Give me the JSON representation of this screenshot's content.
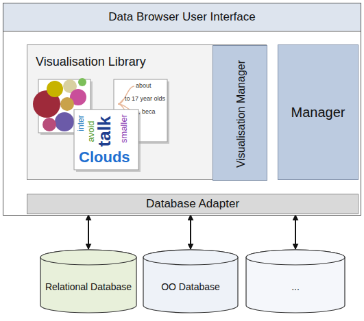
{
  "diagram": {
    "nodes": [
      {
        "text": [
          "Data Browser User Interface"
        ]
      },
      {
        "text": [
          "Visualisation Library"
        ],
        "in": 0
      },
      {
        "text": [
          "Visualisation Manager"
        ],
        "in": 1
      },
      {
        "text": [
          "Manager"
        ],
        "in": 0
      },
      {
        "text": [
          "Database Adapter"
        ],
        "in": 0
      },
      {
        "text": [
          "Relational Database"
        ]
      },
      {
        "text": [
          "OO Database"
        ]
      },
      {
        "text": [
          "..."
        ]
      }
    ],
    "edges": [
      {
        "from": 4,
        "to": 5,
        "arrow": "both"
      },
      {
        "from": 4,
        "to": 6,
        "arrow": "both"
      },
      {
        "from": 4,
        "to": 7,
        "arrow": "both"
      }
    ],
    "labels": [
      "about",
      "to 17 year olds",
      ", beca",
      "inter",
      "avoid",
      "talk",
      "smaller",
      "Clouds"
    ]
  }
}
